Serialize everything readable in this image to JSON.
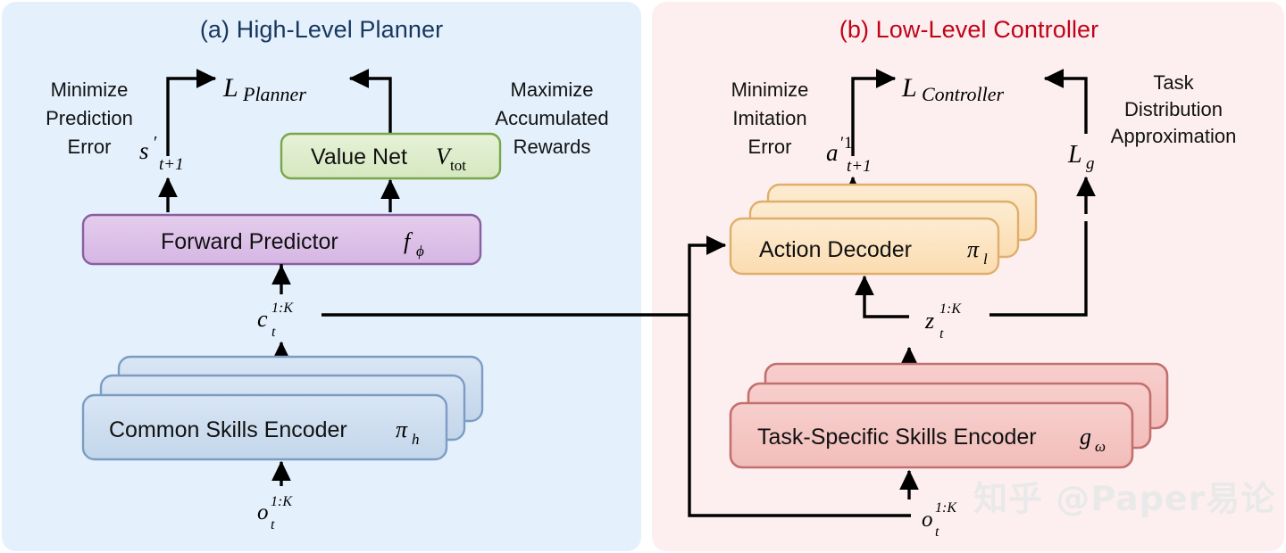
{
  "figure": {
    "watermark": "知乎 @Paper易论",
    "colors": {
      "panel_a_bg": "#e4f0fc",
      "panel_b_bg": "#fdeff0",
      "title_a": "#17375e",
      "title_b": "#c00418",
      "value_net_fill": "#dbecc8",
      "value_net_stroke": "#7aa64a",
      "forward_predictor_fill": "#dfc3e8",
      "forward_predictor_stroke": "#8a5fa0",
      "common_encoder_fill": "#ccdcee",
      "common_encoder_stroke": "#7d9cc4",
      "action_decoder_fill": "#fce4bb",
      "action_decoder_stroke": "#d7a košice"
    }
  },
  "panel_a": {
    "title": "(a) High-Level Planner",
    "loss": {
      "script": "L",
      "subscript": "Planner"
    },
    "left_annotation": [
      "Minimize",
      "Prediction",
      "Error"
    ],
    "right_annotation": [
      "Maximize",
      "Accumulated",
      "Rewards"
    ],
    "state_var": {
      "base": "s",
      "prime": "′",
      "sub": "t+1"
    },
    "value_net": {
      "text": "Value Net ",
      "sym": "V",
      "sub": "tot"
    },
    "forward_predictor": {
      "text": "Forward Predictor ",
      "sym": "f",
      "sub": "ϕ"
    },
    "latent_var": {
      "base": "c",
      "sup": "1:K",
      "sub": "t"
    },
    "encoder": {
      "text": "Common Skills Encoder ",
      "sym": "π",
      "sub": "h",
      "stack_count": 3
    },
    "obs_var": {
      "base": "o",
      "sup": "1:K",
      "sub": "t"
    }
  },
  "panel_b": {
    "title": "(b) Low-Level Controller",
    "loss": {
      "script": "L",
      "subscript": "Controller"
    },
    "left_annotation": [
      "Minimize",
      "Imitation",
      "Error"
    ],
    "right_annotation": [
      "Task",
      "Distribution",
      "Approximation"
    ],
    "action_var": {
      "base": "a",
      "prime": "′1",
      "sub": "t+1"
    },
    "g_loss": {
      "script": "L",
      "subscript": "g"
    },
    "action_decoder": {
      "text": "Action Decoder ",
      "sym": "π",
      "sub": "l",
      "stack_count": 3
    },
    "latent_var": {
      "base": "z",
      "sup": "1:K",
      "sub": "t"
    },
    "encoder": {
      "text": "Task-Specific Skills Encoder ",
      "sym": "g",
      "sub": "ω",
      "stack_count": 3
    },
    "obs_var": {
      "base": "o",
      "sup": "1:K",
      "sub": "t"
    }
  }
}
